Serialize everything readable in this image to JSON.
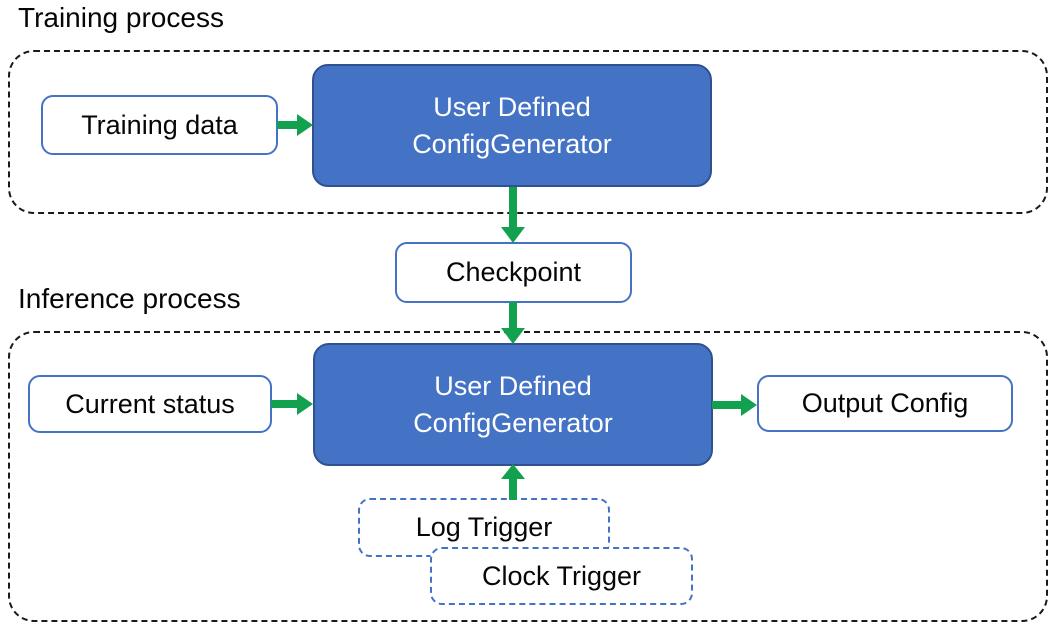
{
  "colors": {
    "arrow": "#12a24f",
    "node_fill": "#4472c4",
    "node_border": "#2f528f",
    "io_border": "#4472c4",
    "trigger_border": "#4472c4",
    "frame_border": "#1a1a1a",
    "text_dark": "#060606",
    "text_light": "#ffffff"
  },
  "training": {
    "section_label": "Training process",
    "input_label": "Training data",
    "generator_line1": "User Defined",
    "generator_line2": "ConfigGenerator"
  },
  "checkpoint_label": "Checkpoint",
  "inference": {
    "section_label": "Inference process",
    "input_label": "Current status",
    "generator_line1": "User Defined",
    "generator_line2": "ConfigGenerator",
    "output_label": "Output Config",
    "trigger1_label": "Log Trigger",
    "trigger2_label": "Clock Trigger"
  }
}
